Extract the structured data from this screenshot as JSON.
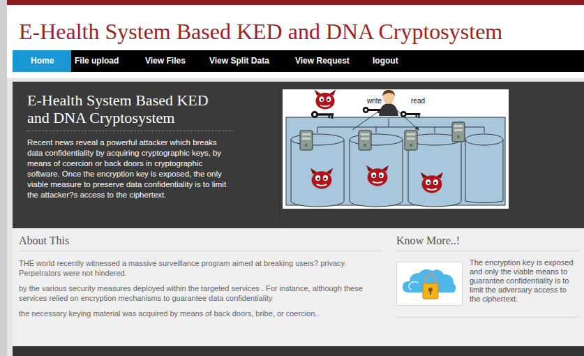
{
  "diagram": {
    "title": "E-Health System Based KED and DNA Cryptosystem",
    "nodes": [
      {
        "text": [
          "Home"
        ]
      },
      {
        "text": [
          "File upload"
        ]
      },
      {
        "text": [
          "View Files"
        ]
      },
      {
        "text": [
          "View Split Data"
        ]
      },
      {
        "text": [
          "View Request"
        ]
      },
      {
        "text": [
          "logout"
        ]
      },
      {
        "text": [
          "E-Health System Based KED and DNA Cryptosystem",
          "Recent news reveal a powerful attacker which breaks data confidentiality by acquiring cryptographic keys, by means of coercion or back doors in cryptographic software. Once the encryption key is exposed, the only viable measure to preserve data confidentiality is to limit the attacker?s access to the ciphertext."
        ]
      },
      {
        "text": [
          "About This",
          "THE world recently witnessed a massive surveillance program aimed at breaking users? privacy. Perpetrators were not hindered.",
          "by the various security measures deployed within the targeted services . For instance, although these services relied on encryption mechanisms to guarantee data confidentiality",
          "the necessary keying material was acquired by means of back doors, bribe, or coercion.."
        ]
      },
      {
        "text": [
          "Know More..!",
          "The encryption key is exposed and only the viable means to guarantee confidentiality is to limit the adversary access to the ciphertext."
        ]
      }
    ],
    "labels": [
      "write",
      "read"
    ]
  }
}
